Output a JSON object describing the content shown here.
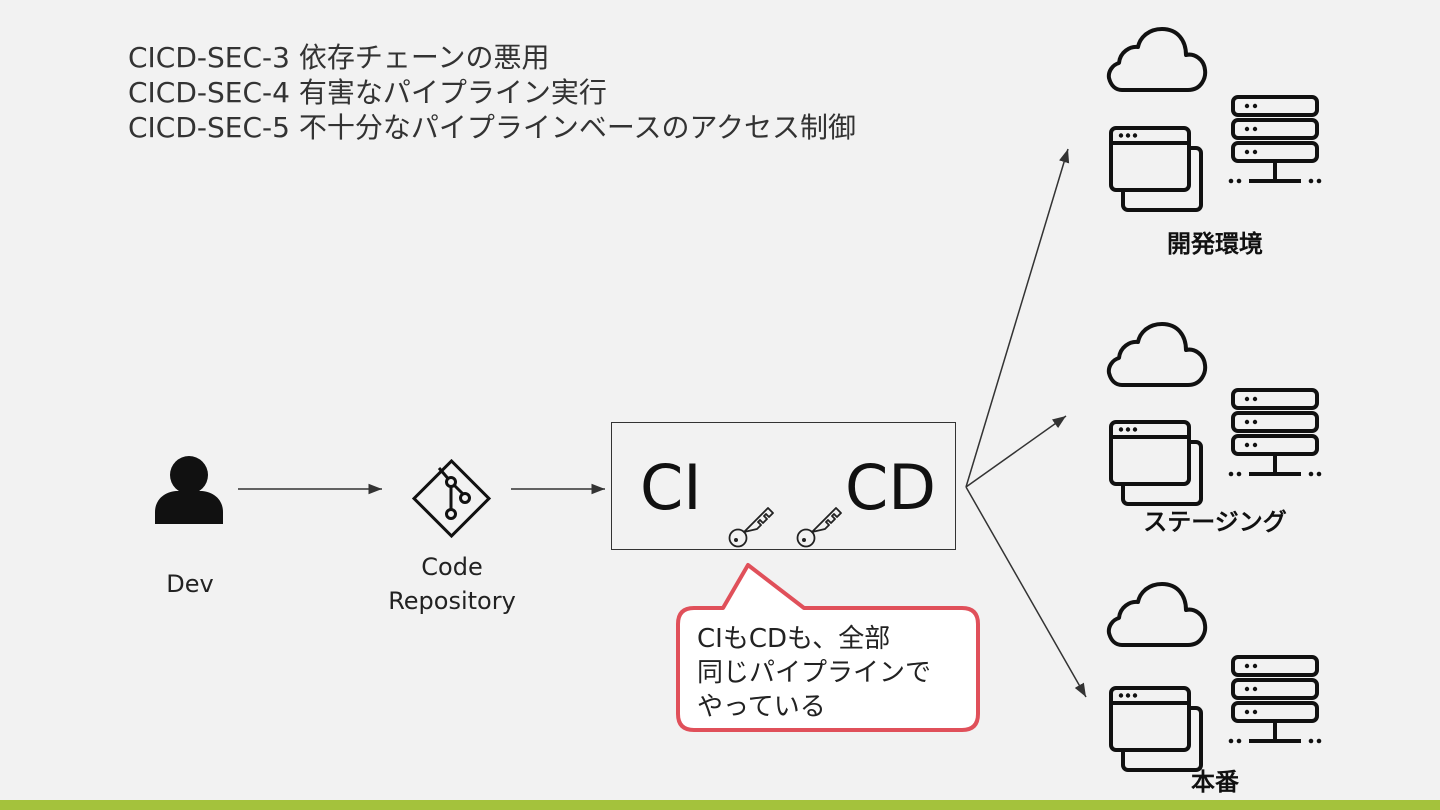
{
  "headings": [
    "CICD-SEC-3 依存チェーンの悪用",
    "CICD-SEC-4 有害なパイプライン実行",
    "CICD-SEC-5 不十分なパイプラインベースのアクセス制御"
  ],
  "dev": {
    "label": "Dev",
    "icon": "user-icon"
  },
  "repo": {
    "label_line1": "Code",
    "label_line2": "Repository",
    "icon": "git-icon"
  },
  "pipeline": {
    "ci_label": "CI",
    "cd_label": "CD",
    "icon": "key-icon"
  },
  "callout": {
    "lines": [
      "CIもCDも、全部",
      "同じパイプラインで",
      "やっている"
    ],
    "border_color": "#e0505a"
  },
  "environments": [
    {
      "label": "開発環境"
    },
    {
      "label": "ステージング"
    },
    {
      "label": "本番"
    }
  ],
  "colors": {
    "background": "#f2f2f2",
    "accent_bar": "#a4c23c"
  }
}
